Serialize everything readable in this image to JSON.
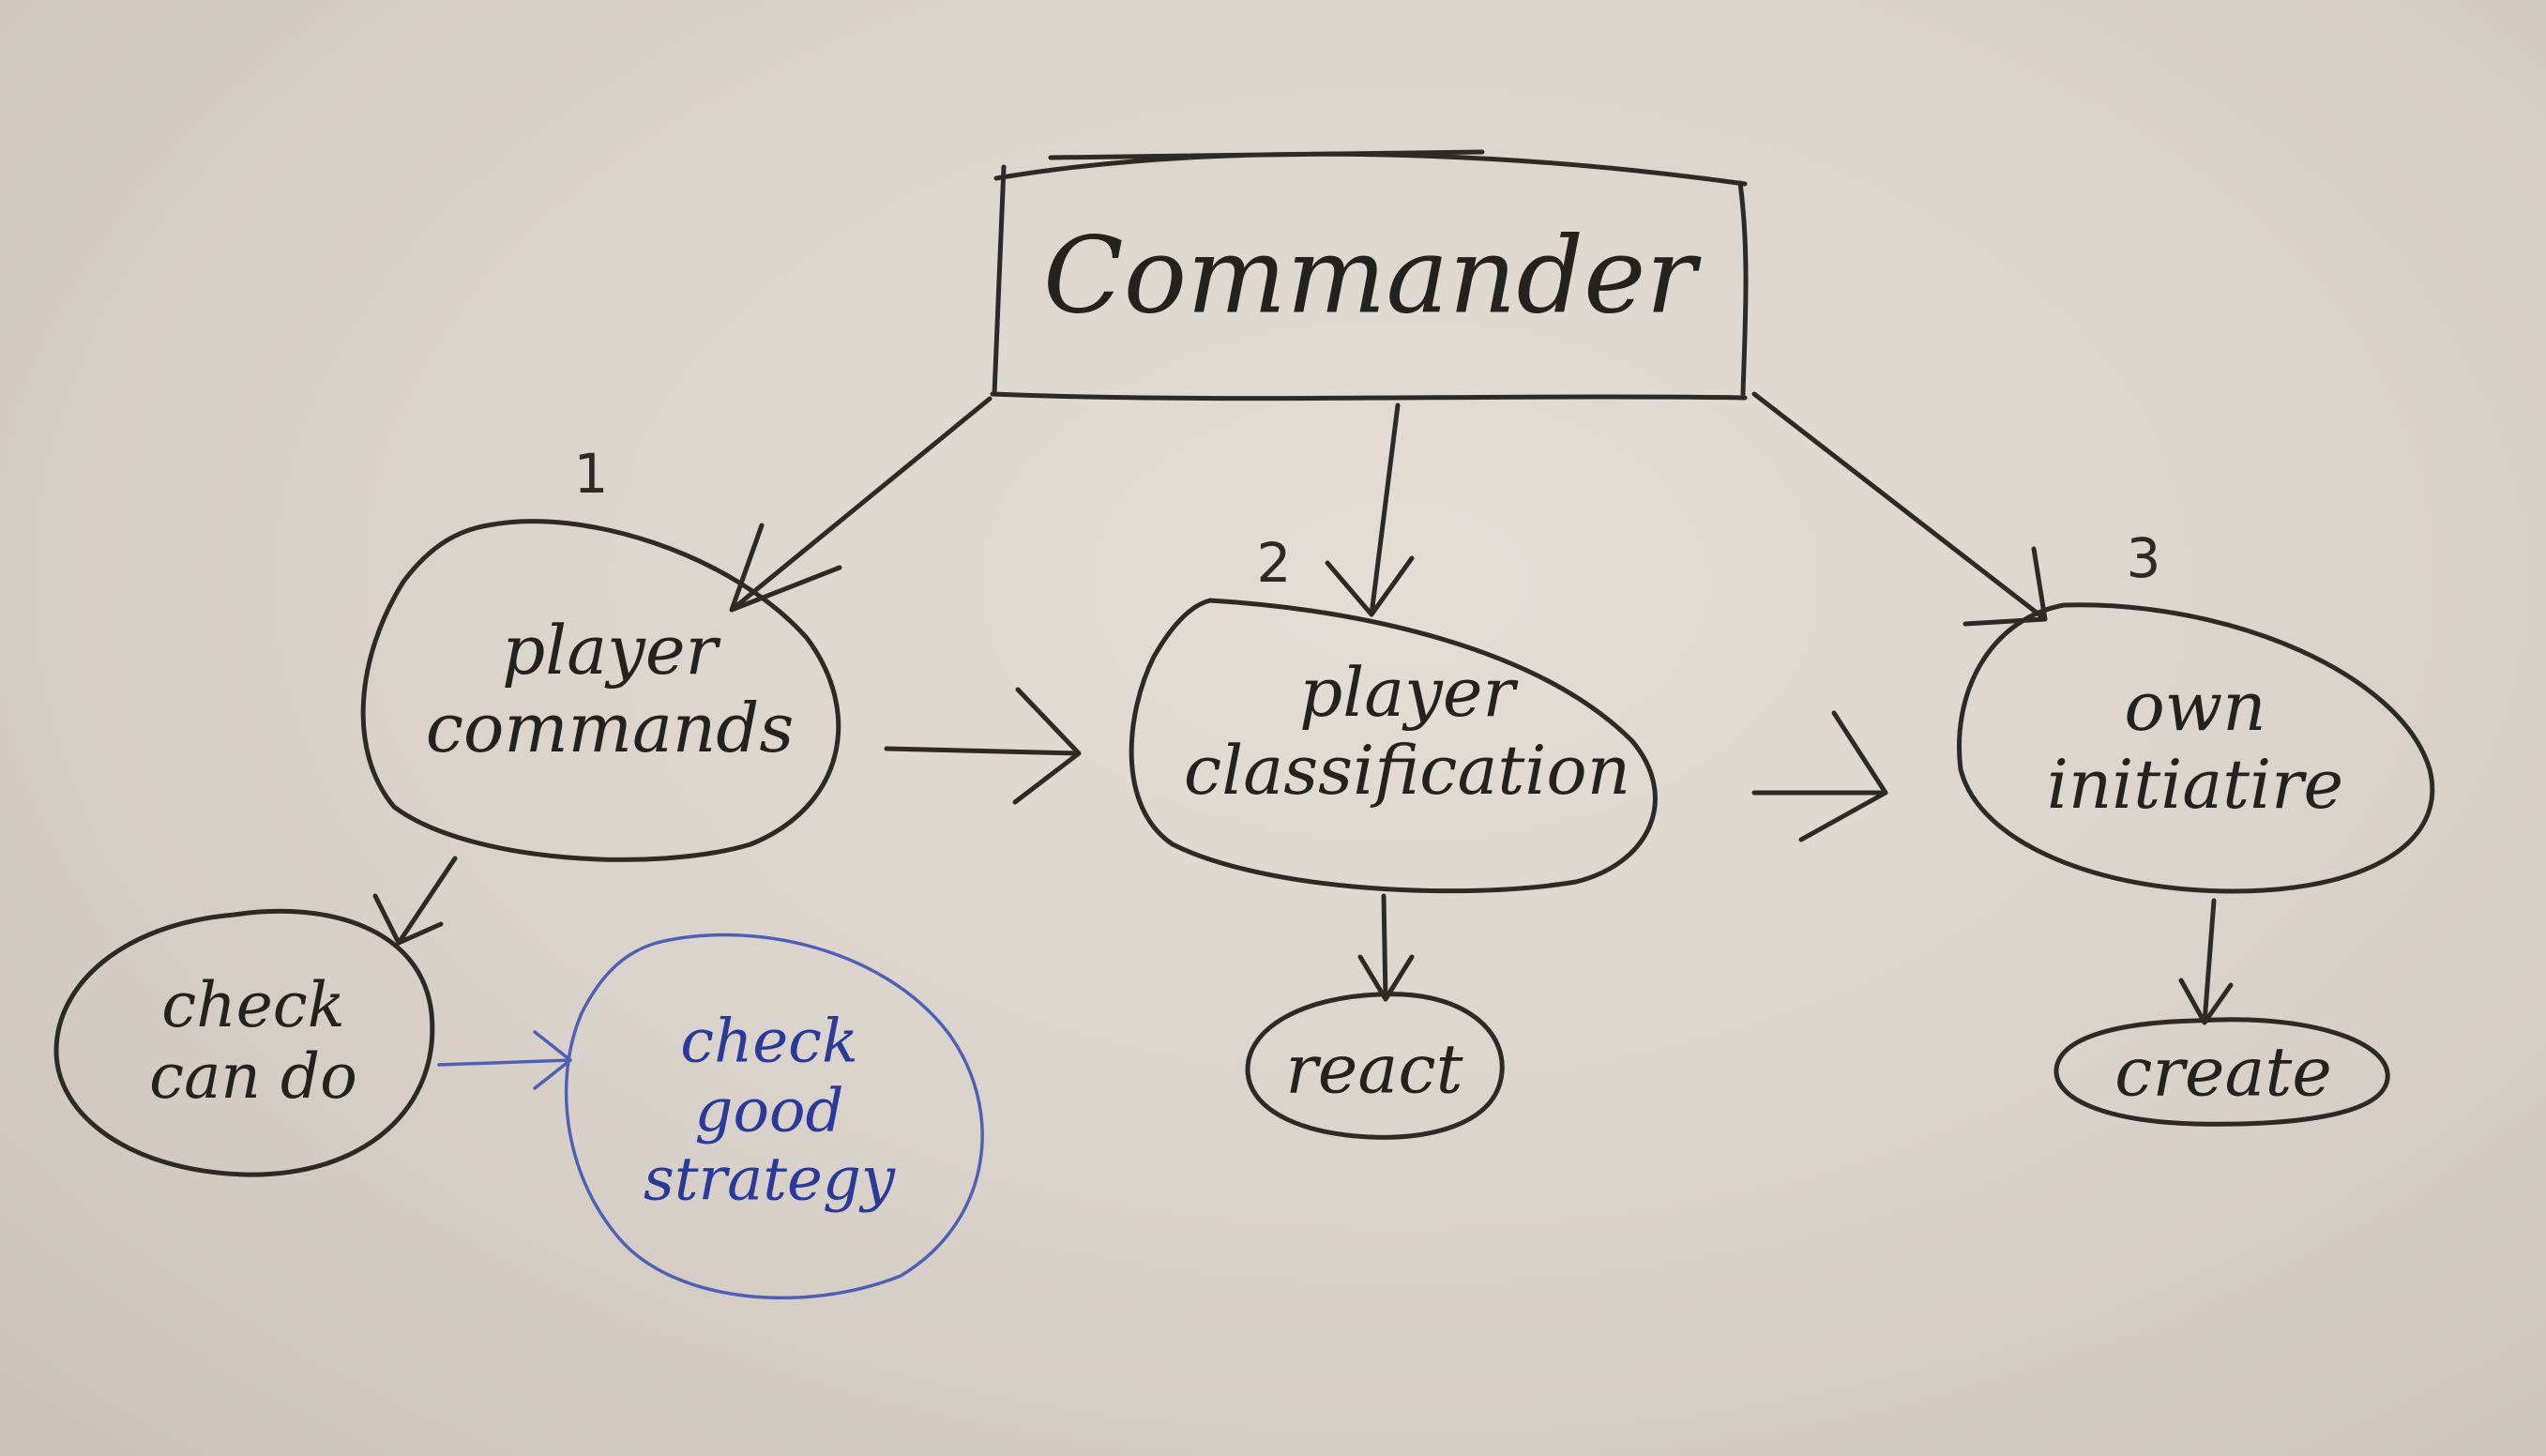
{
  "diagram": {
    "title": "Commander",
    "nodes": {
      "player_commands": [
        "player",
        "commands"
      ],
      "player_classification": [
        "player",
        "classification"
      ],
      "own_initiative": [
        "own",
        "initiatire"
      ],
      "check_can_do": [
        "check",
        "can do"
      ],
      "check_good_strategy": [
        "check",
        "good",
        "strategy"
      ],
      "react": "react",
      "create": "create"
    },
    "priority_numbers": {
      "first": "1",
      "second": "2",
      "third": "3"
    },
    "colors": {
      "board": "#d9d2ca",
      "ink": "#2d2a26",
      "blue_marker": "#4f5fb6"
    },
    "edges": [
      [
        "Commander",
        "player commands"
      ],
      [
        "Commander",
        "player classification"
      ],
      [
        "Commander",
        "own initiatire"
      ],
      [
        "player commands",
        "player classification"
      ],
      [
        "player classification",
        "own initiatire"
      ],
      [
        "player commands",
        "check can do"
      ],
      [
        "check can do",
        "check good strategy"
      ],
      [
        "player classification",
        "react"
      ],
      [
        "own initiatire",
        "create"
      ]
    ]
  }
}
